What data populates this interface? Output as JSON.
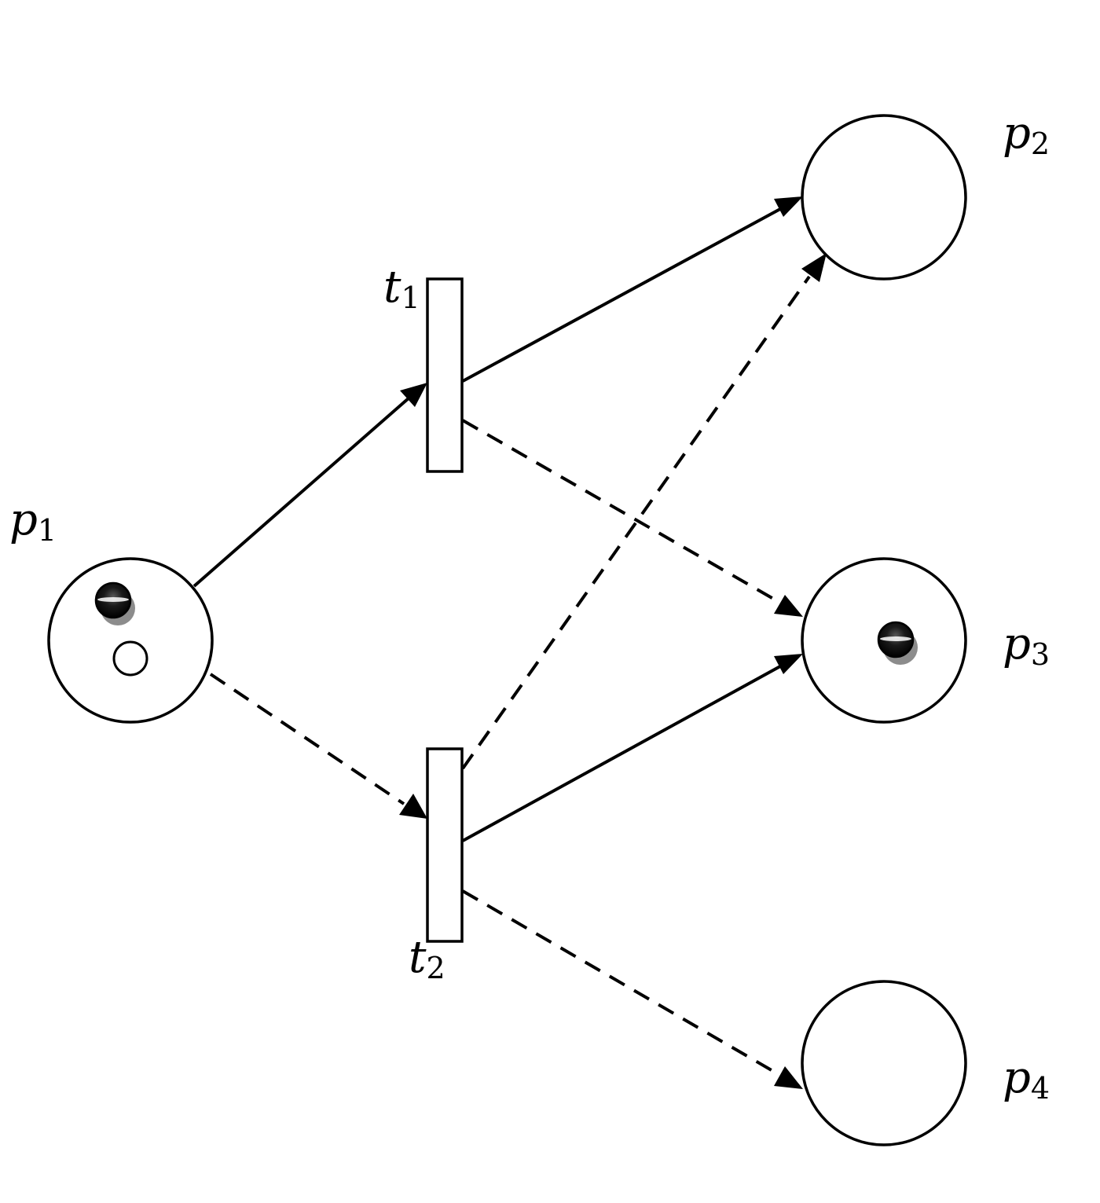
{
  "places": {
    "p1": {
      "label": "p",
      "index": "1",
      "tokens_filled": 1,
      "tokens_hollow": 1
    },
    "p2": {
      "label": "p",
      "index": "2",
      "tokens_filled": 0,
      "tokens_hollow": 0
    },
    "p3": {
      "label": "p",
      "index": "3",
      "tokens_filled": 1,
      "tokens_hollow": 0
    },
    "p4": {
      "label": "p",
      "index": "4",
      "tokens_filled": 0,
      "tokens_hollow": 0
    }
  },
  "transitions": {
    "t1": {
      "label": "t",
      "index": "1"
    },
    "t2": {
      "label": "t",
      "index": "2"
    }
  },
  "arcs": [
    {
      "from": "p1",
      "to": "t1",
      "style": "solid"
    },
    {
      "from": "p1",
      "to": "t2",
      "style": "dashed"
    },
    {
      "from": "t1",
      "to": "p2",
      "style": "solid"
    },
    {
      "from": "t1",
      "to": "p3",
      "style": "dashed"
    },
    {
      "from": "t2",
      "to": "p2",
      "style": "dashed"
    },
    {
      "from": "t2",
      "to": "p3",
      "style": "solid"
    },
    {
      "from": "t2",
      "to": "p4",
      "style": "dashed"
    }
  ],
  "colors": {
    "stroke": "#000000",
    "background": "#ffffff",
    "token_shadow": "#8c8c8c"
  }
}
